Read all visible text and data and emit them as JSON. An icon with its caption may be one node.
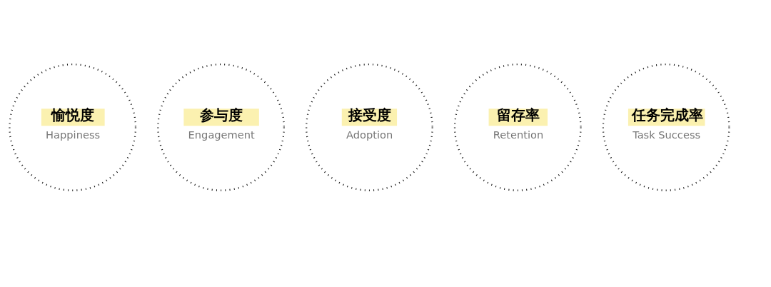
{
  "diagram": {
    "nodes": [
      {
        "text": [
          "愉悦度",
          "Happiness"
        ]
      },
      {
        "text": [
          "参与度",
          "Engagement"
        ]
      },
      {
        "text": [
          "接受度",
          "Adoption"
        ]
      },
      {
        "text": [
          "留存率",
          "Retention"
        ]
      },
      {
        "text": [
          "任务完成率",
          "Task Success"
        ]
      }
    ]
  }
}
